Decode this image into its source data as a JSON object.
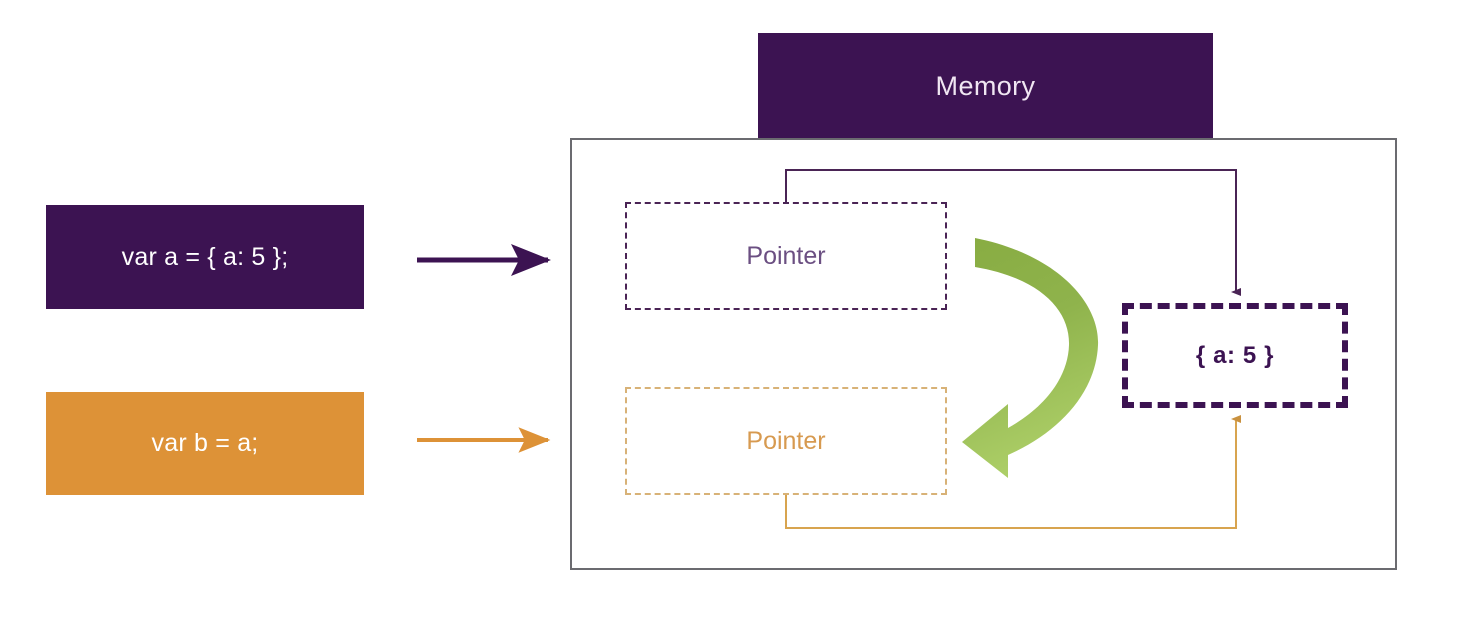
{
  "diagram": {
    "title_visible": false,
    "background": "#ffffff"
  },
  "left_statements": [
    {
      "id": "statement-a",
      "code": "var a = { a: 5 };",
      "background": "#3C1352",
      "text_color": "#ffffff",
      "arrow_color": "#3C1352"
    },
    {
      "id": "statement-b",
      "code": "var b = a;",
      "background": "#DD9237",
      "text_color": "#ffffff",
      "arrow_color": "#DD9237"
    }
  ],
  "memory": {
    "header_label": "Memory",
    "header_background": "#3C1352",
    "header_text_color": "#F0E6F2",
    "container_border": "#6b6b70",
    "slots": [
      {
        "id": "pointer-slot-a",
        "label": "Pointer",
        "border_color": "#4A2455",
        "text_color": "#6B4F82",
        "border_style": "dashed"
      },
      {
        "id": "pointer-slot-b",
        "label": "Pointer",
        "border_color": "#D8B277",
        "text_color": "#D79A50",
        "border_style": "dashed"
      }
    ],
    "object": {
      "id": "heap-object",
      "label": "{ a: 5 }",
      "border_color": "#3C1352",
      "text_color": "#3C1352",
      "border_style": "dashed"
    }
  },
  "connectors": [
    {
      "id": "pointer-a-to-object",
      "color": "#4A2455",
      "from": "pointer-slot-a",
      "to": "heap-object",
      "arrowhead": "down"
    },
    {
      "id": "pointer-b-to-object",
      "color": "#D8A44F",
      "from": "pointer-slot-b",
      "to": "heap-object",
      "arrowhead": "up"
    }
  ],
  "curved_arrow": {
    "id": "shared-reference-arrow",
    "gradient_start": "#8CAF4A",
    "gradient_end": "#A8CC63",
    "direction": "clockwise-down-left"
  }
}
